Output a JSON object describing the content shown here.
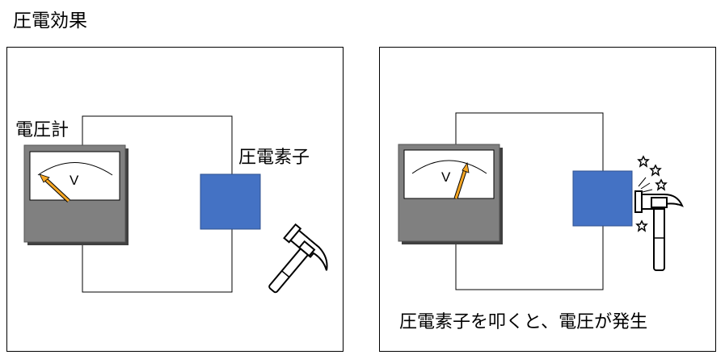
{
  "title": "圧電効果",
  "left_panel": {
    "voltmeter_label": "電圧計",
    "element_label": "圧電素子",
    "meter_unit": "V"
  },
  "right_panel": {
    "meter_unit": "V",
    "caption": "圧電素子を叩くと、電圧が発生"
  },
  "colors": {
    "element_blue": "#4472c4",
    "meter_gray": "#808080",
    "meter_shadow": "#404040",
    "needle_orange": "#f5a623"
  }
}
